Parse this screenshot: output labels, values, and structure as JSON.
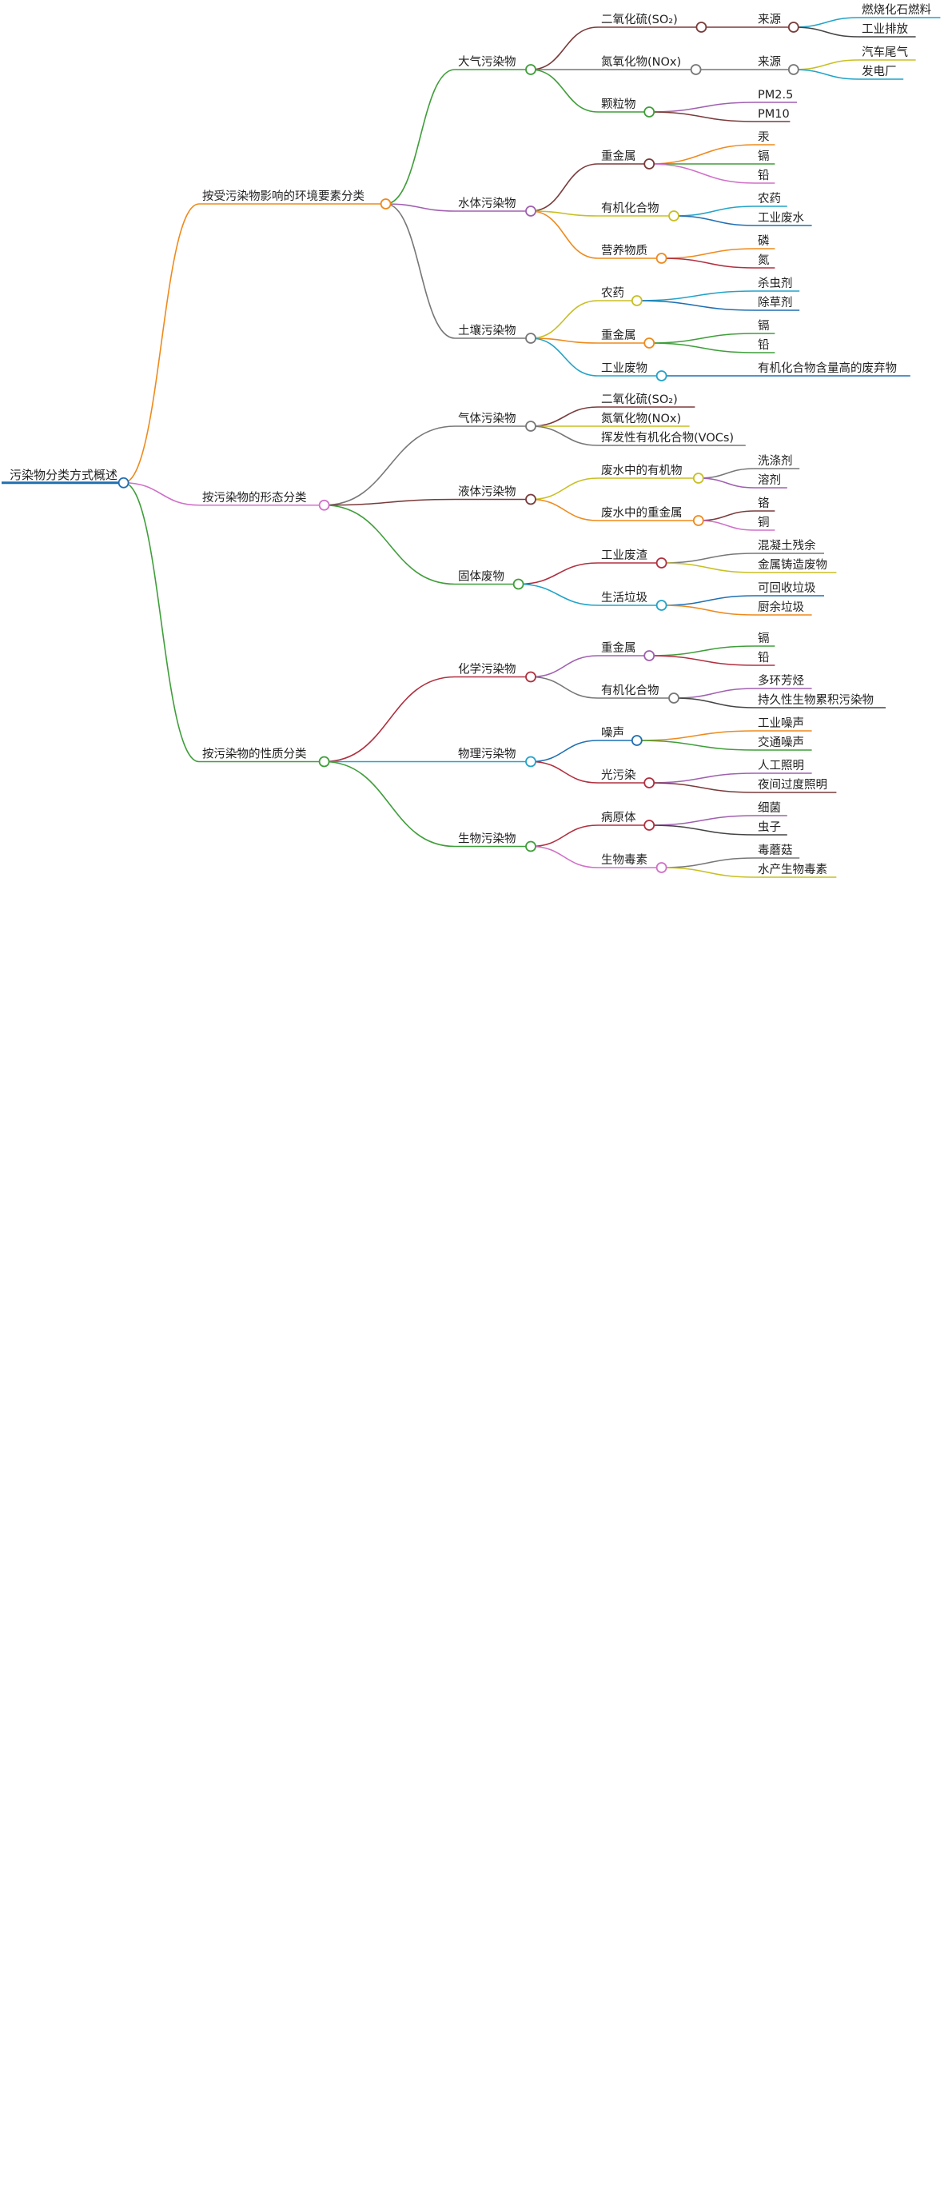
{
  "root": {
    "label": "污染物分类方式概述",
    "color": "#1f6fb2",
    "children": [
      {
        "label": "按受污染物影响的环境要素分类",
        "color": "#ee8a1c",
        "children": [
          {
            "label": "大气污染物",
            "color": "#3f9e3a",
            "children": [
              {
                "label": "二氧化硫(SO₂)",
                "color": "#7a3b3b",
                "children": [
                  {
                    "label": "来源",
                    "color": "#7a3b3b",
                    "children": [
                      {
                        "label": "燃烧化石燃料",
                        "color": "#22a3c8",
                        "children": []
                      },
                      {
                        "label": "工业排放",
                        "color": "#444444",
                        "children": []
                      }
                    ]
                  }
                ]
              },
              {
                "label": "氮氧化物(NOx)",
                "color": "#777777",
                "children": [
                  {
                    "label": "来源",
                    "color": "#777777",
                    "children": [
                      {
                        "label": "汽车尾气",
                        "color": "#c8bf22",
                        "children": []
                      },
                      {
                        "label": "发电厂",
                        "color": "#22a3c8",
                        "children": []
                      }
                    ]
                  }
                ]
              },
              {
                "label": "颗粒物",
                "color": "#3f9e3a",
                "children": [
                  {
                    "label": "PM2.5",
                    "color": "#a060b0",
                    "children": []
                  },
                  {
                    "label": "PM10",
                    "color": "#7a3b3b",
                    "children": []
                  }
                ]
              }
            ]
          },
          {
            "label": "水体污染物",
            "color": "#a060b0",
            "children": [
              {
                "label": "重金属",
                "color": "#7a3b3b",
                "children": [
                  {
                    "label": "汞",
                    "color": "#ee8a1c",
                    "children": []
                  },
                  {
                    "label": "镉",
                    "color": "#3f9e3a",
                    "children": []
                  },
                  {
                    "label": "铅",
                    "color": "#d070c8",
                    "children": []
                  }
                ]
              },
              {
                "label": "有机化合物",
                "color": "#c8bf22",
                "children": [
                  {
                    "label": "农药",
                    "color": "#22a3c8",
                    "children": []
                  },
                  {
                    "label": "工业废水",
                    "color": "#1f6fb2",
                    "children": []
                  }
                ]
              },
              {
                "label": "营养物质",
                "color": "#ee8a1c",
                "children": [
                  {
                    "label": "磷",
                    "color": "#ee8a1c",
                    "children": []
                  },
                  {
                    "label": "氮",
                    "color": "#b03040",
                    "children": []
                  }
                ]
              }
            ]
          },
          {
            "label": "土壤污染物",
            "color": "#777777",
            "children": [
              {
                "label": "农药",
                "color": "#c8bf22",
                "children": [
                  {
                    "label": "杀虫剂",
                    "color": "#22a3c8",
                    "children": []
                  },
                  {
                    "label": "除草剂",
                    "color": "#1f6fb2",
                    "children": []
                  }
                ]
              },
              {
                "label": "重金属",
                "color": "#ee8a1c",
                "children": [
                  {
                    "label": "镉",
                    "color": "#3f9e3a",
                    "children": []
                  },
                  {
                    "label": "铅",
                    "color": "#3f9e3a",
                    "children": []
                  }
                ]
              },
              {
                "label": "工业废物",
                "color": "#22a3c8",
                "children": [
                  {
                    "label": "有机化合物含量高的废弃物",
                    "color": "#1f6fb2",
                    "children": []
                  }
                ]
              }
            ]
          }
        ]
      },
      {
        "label": "按污染物的形态分类",
        "color": "#d070c8",
        "children": [
          {
            "label": "气体污染物",
            "color": "#777777",
            "children": [
              {
                "label": "二氧化硫(SO₂)",
                "color": "#7a3b3b",
                "children": []
              },
              {
                "label": "氮氧化物(NOx)",
                "color": "#c8bf22",
                "children": []
              },
              {
                "label": "挥发性有机化合物(VOCs)",
                "color": "#777777",
                "children": []
              }
            ]
          },
          {
            "label": "液体污染物",
            "color": "#7a3b3b",
            "children": [
              {
                "label": "废水中的有机物",
                "color": "#c8bf22",
                "children": [
                  {
                    "label": "洗涤剂",
                    "color": "#777777",
                    "children": []
                  },
                  {
                    "label": "溶剂",
                    "color": "#a060b0",
                    "children": []
                  }
                ]
              },
              {
                "label": "废水中的重金属",
                "color": "#ee8a1c",
                "children": [
                  {
                    "label": "铬",
                    "color": "#7a3b3b",
                    "children": []
                  },
                  {
                    "label": "铜",
                    "color": "#d070c8",
                    "children": []
                  }
                ]
              }
            ]
          },
          {
            "label": "固体废物",
            "color": "#3f9e3a",
            "children": [
              {
                "label": "工业废渣",
                "color": "#b03040",
                "children": [
                  {
                    "label": "混凝土残余",
                    "color": "#777777",
                    "children": []
                  },
                  {
                    "label": "金属铸造废物",
                    "color": "#c8bf22",
                    "children": []
                  }
                ]
              },
              {
                "label": "生活垃圾",
                "color": "#22a3c8",
                "children": [
                  {
                    "label": "可回收垃圾",
                    "color": "#1f6fb2",
                    "children": []
                  },
                  {
                    "label": "厨余垃圾",
                    "color": "#ee8a1c",
                    "children": []
                  }
                ]
              }
            ]
          }
        ]
      },
      {
        "label": "按污染物的性质分类",
        "color": "#3f9e3a",
        "children": [
          {
            "label": "化学污染物",
            "color": "#b03040",
            "children": [
              {
                "label": "重金属",
                "color": "#a060b0",
                "children": [
                  {
                    "label": "镉",
                    "color": "#3f9e3a",
                    "children": []
                  },
                  {
                    "label": "铅",
                    "color": "#b03040",
                    "children": []
                  }
                ]
              },
              {
                "label": "有机化合物",
                "color": "#777777",
                "children": [
                  {
                    "label": "多环芳烃",
                    "color": "#a060b0",
                    "children": []
                  },
                  {
                    "label": "持久性生物累积污染物",
                    "color": "#444444",
                    "children": []
                  }
                ]
              }
            ]
          },
          {
            "label": "物理污染物",
            "color": "#22a3c8",
            "children": [
              {
                "label": "噪声",
                "color": "#1f6fb2",
                "children": [
                  {
                    "label": "工业噪声",
                    "color": "#ee8a1c",
                    "children": []
                  },
                  {
                    "label": "交通噪声",
                    "color": "#3f9e3a",
                    "children": []
                  }
                ]
              },
              {
                "label": "光污染",
                "color": "#b03040",
                "children": [
                  {
                    "label": "人工照明",
                    "color": "#a060b0",
                    "children": []
                  },
                  {
                    "label": "夜间过度照明",
                    "color": "#7a3b3b",
                    "children": []
                  }
                ]
              }
            ]
          },
          {
            "label": "生物污染物",
            "color": "#3f9e3a",
            "children": [
              {
                "label": "病原体",
                "color": "#b03040",
                "children": [
                  {
                    "label": "细菌",
                    "color": "#a060b0",
                    "children": []
                  },
                  {
                    "label": "虫子",
                    "color": "#444444",
                    "children": []
                  }
                ]
              },
              {
                "label": "生物毒素",
                "color": "#d070c8",
                "children": [
                  {
                    "label": "毒蘑菇",
                    "color": "#777777",
                    "children": []
                  },
                  {
                    "label": "水产生物毒素",
                    "color": "#c8bf22",
                    "children": []
                  }
                ]
              }
            ]
          }
        ]
      }
    ]
  }
}
